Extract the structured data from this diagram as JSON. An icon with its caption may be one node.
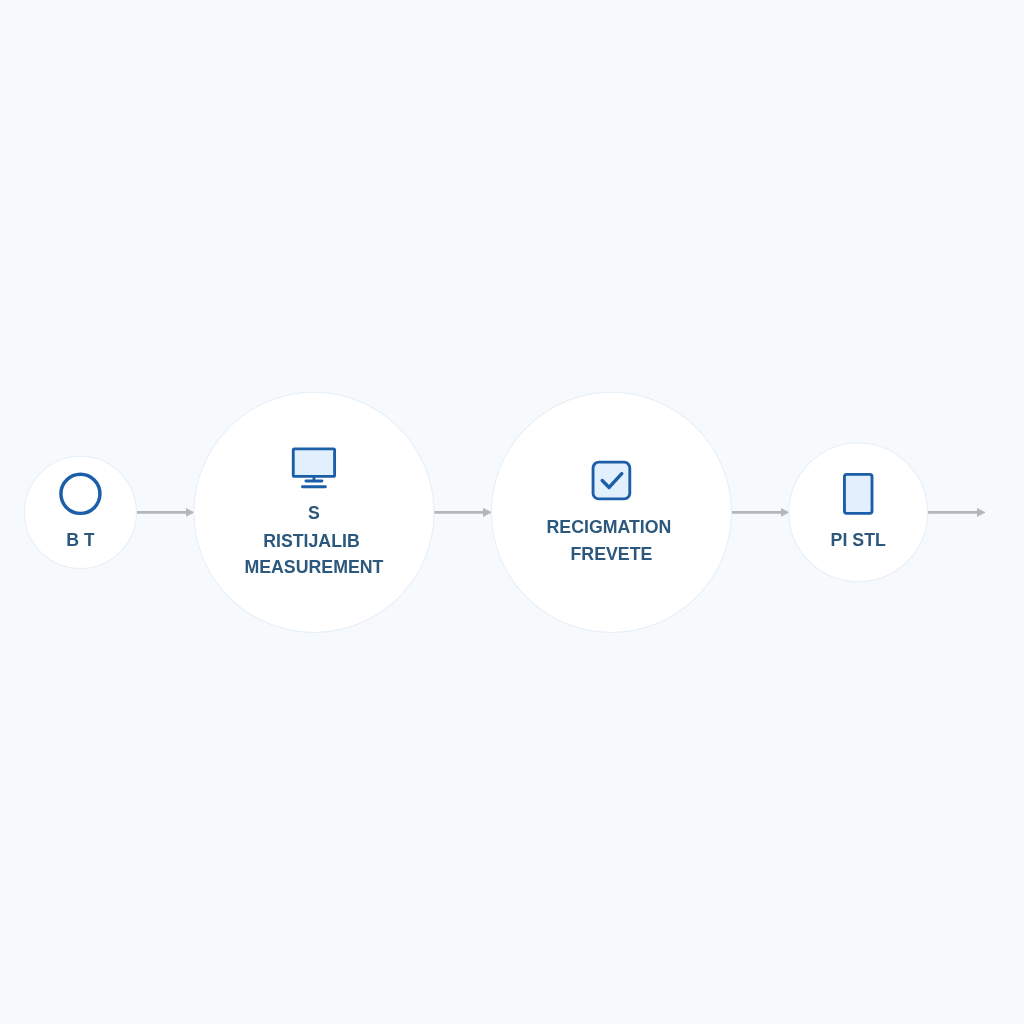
{
  "diagram": {
    "nodes": [
      {
        "text": [
          "B T"
        ]
      },
      {
        "text": [
          "S",
          "RISTIJALIB MEASUREMENT"
        ]
      },
      {
        "text": [
          "RECIGMATION FREVETE"
        ]
      },
      {
        "text": [
          "PI STL"
        ]
      }
    ],
    "edges": [
      {
        "from": 0,
        "to": 1,
        "arrow": "to"
      },
      {
        "from": 1,
        "to": 2,
        "arrow": "to"
      },
      {
        "from": 2,
        "to": 3,
        "arrow": "to"
      },
      {
        "from": 3,
        "to": null,
        "arrow": "to"
      }
    ]
  }
}
